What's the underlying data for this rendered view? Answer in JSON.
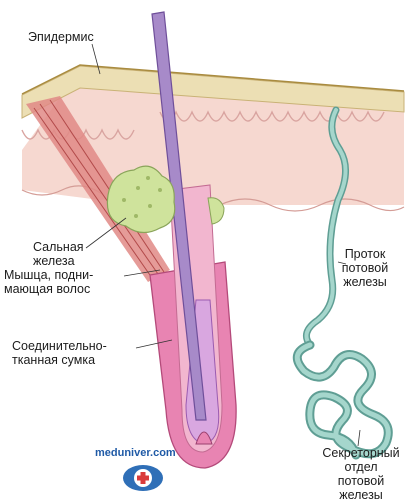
{
  "labels": {
    "epidermis": "Эпидермис",
    "sebaceous_gland": [
      "Сальная",
      "железа"
    ],
    "muscle": [
      "Мышца, подни-",
      "мающая волос"
    ],
    "connective_sheath": [
      "Соединительно-",
      "тканная сумка"
    ],
    "sweat_duct": [
      "Проток",
      "потовой",
      "железы"
    ],
    "sweat_secretory": [
      "Секреторный",
      "отдел",
      "потовой",
      "железы"
    ]
  },
  "watermark": "meduniver.com",
  "colors": {
    "epidermis": "#e9dfb0",
    "dermis": "#f6d7d0",
    "hair_shaft": "#a88ac8",
    "follicle": "#e07fab",
    "sebaceous": "#cde29b",
    "sweat_gland": "#9fd2c8",
    "muscle": "#d46a6a"
  }
}
